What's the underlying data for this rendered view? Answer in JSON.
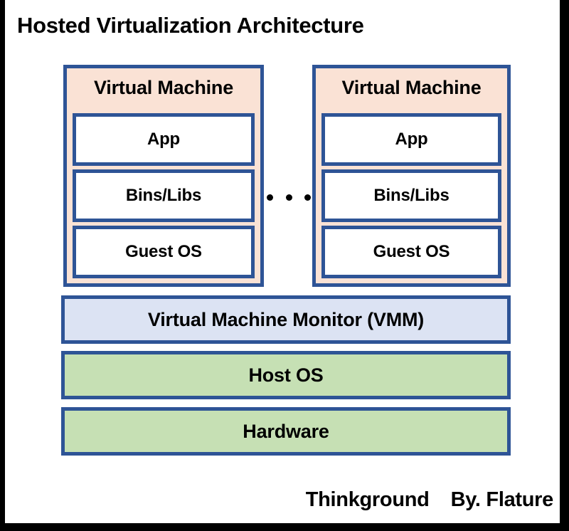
{
  "diagram": {
    "title": "Hosted Virtualization Architecture",
    "virtual_machines": [
      {
        "title": "Virtual Machine",
        "layers": [
          "App",
          "Bins/Libs",
          "Guest OS"
        ]
      },
      {
        "title": "Virtual Machine",
        "layers": [
          "App",
          "Bins/Libs",
          "Guest OS"
        ]
      }
    ],
    "ellipsis": "...",
    "stack_layers": [
      {
        "label": "Virtual Machine Monitor (VMM)",
        "color": "#DCE3F3"
      },
      {
        "label": "Host OS",
        "color": "#C6E0B4"
      },
      {
        "label": "Hardware",
        "color": "#C6E0B4"
      }
    ]
  },
  "footer": {
    "brand": "Thinkground",
    "author": "By. Flature"
  },
  "colors": {
    "border_blue": "#2E5496",
    "vm_peach": "#FAE2D5",
    "vmm_lavender": "#DCE3F3",
    "layer_green": "#C6E0B4",
    "inner_white": "#FFFFFF",
    "frame_black": "#000000"
  }
}
